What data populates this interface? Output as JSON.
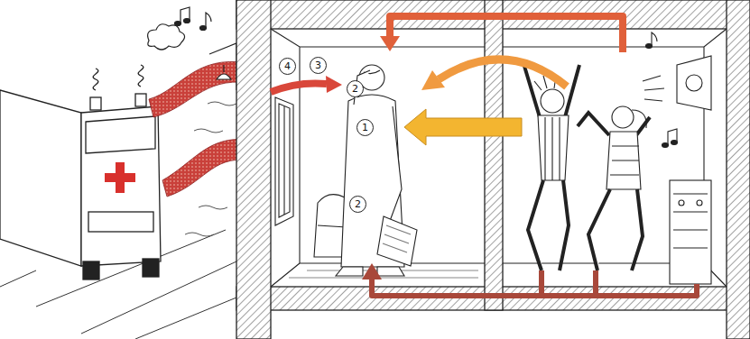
{
  "diagram": {
    "labels": [
      "4",
      "3",
      "2",
      "1",
      "2"
    ]
  }
}
